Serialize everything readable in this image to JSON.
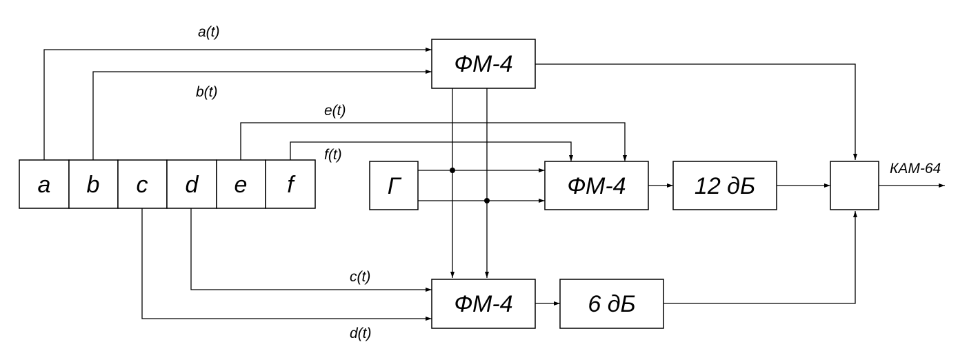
{
  "register": {
    "cells": [
      "a",
      "b",
      "c",
      "d",
      "e",
      "f"
    ]
  },
  "generator": {
    "label": "Г"
  },
  "modulators": {
    "top": "ФМ-4",
    "middle": "ФМ-4",
    "bottom": "ФМ-4"
  },
  "attenuators": {
    "middle": "12 дБ",
    "bottom": "6 дБ"
  },
  "signals": {
    "a": "a(t)",
    "b": "b(t)",
    "c": "c(t)",
    "d": "d(t)",
    "e": "e(t)",
    "f": "f(t)"
  },
  "output": {
    "label": "КАМ-64"
  }
}
